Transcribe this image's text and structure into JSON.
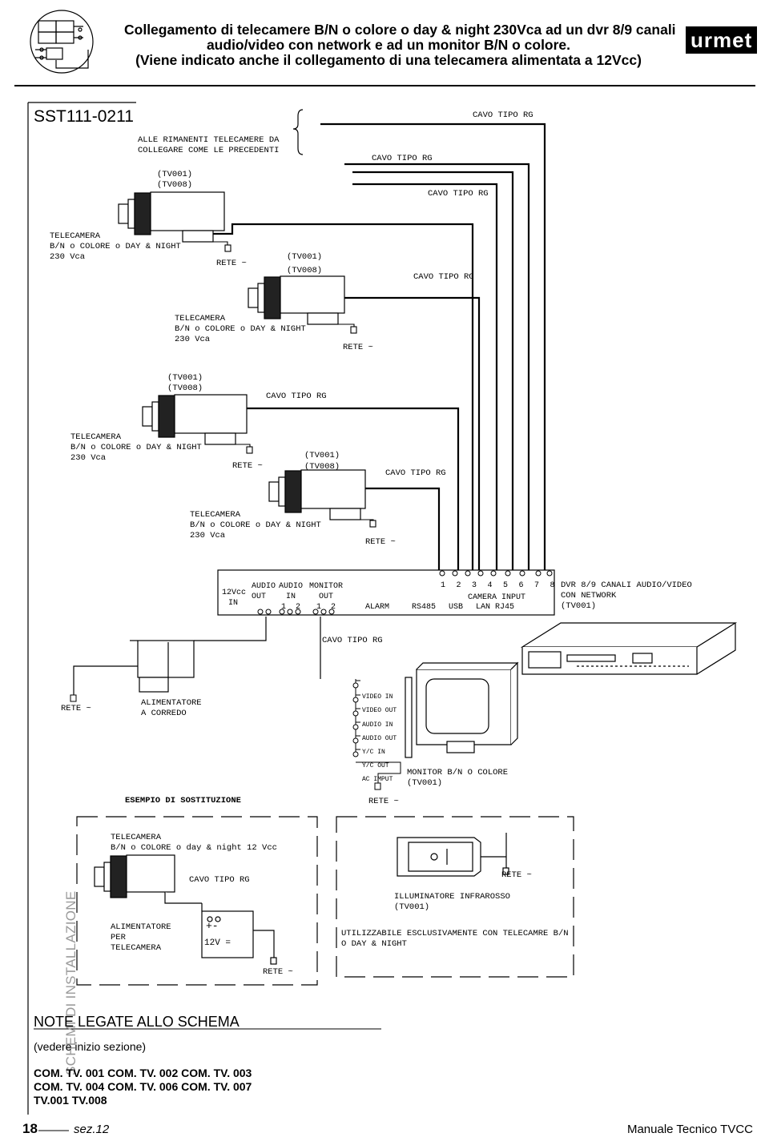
{
  "header": {
    "title_lines": [
      "Collegamento di telecamere B/N o colore o day & night 230Vca ad un dvr 8/9 canali",
      "audio/video con network e ad un monitor B/N o colore.",
      "(Viene indicato anche il collegamento di una telecamera alimentata a 12Vcc)"
    ],
    "brand": "urmet"
  },
  "diagram": {
    "code": "SST111-0211",
    "remaining_note": [
      "ALLE RIMANENTI TELECAMERE DA",
      "COLLEGARE COME LE PRECEDENTI"
    ],
    "camera_models": [
      "(TV001)",
      "(TV008)"
    ],
    "camera_label": [
      "TELECAMERA",
      "B/N o COLORE o DAY & NIGHT",
      "230 Vca"
    ],
    "mains": "RETE ~",
    "cable": "CAVO TIPO RG",
    "dvr": {
      "power_label": [
        "12Vcc",
        "IN"
      ],
      "audio_out": [
        "AUDIO",
        "OUT"
      ],
      "audio_in": [
        "AUDIO",
        "IN",
        "1  2"
      ],
      "monitor_out": [
        "MONITOR",
        "OUT",
        "1  2"
      ],
      "alarm": "ALARM",
      "rs485": "RS485",
      "usb": "USB",
      "channels": "1  2  3  4  5  6  7  8",
      "camera_input": "CAMERA INPUT",
      "lan": "LAN RJ45",
      "description": [
        "DVR 8/9 CANALI AUDIO/VIDEO",
        "CON NETWORK",
        "(TV001)"
      ]
    },
    "psu": [
      "ALIMENTATORE",
      "A CORREDO"
    ],
    "monitor_ports": [
      "VIDEO IN",
      "VIDEO OUT",
      "AUDIO IN",
      "AUDIO OUT",
      "Y/C IN",
      "Y/C OUT",
      "AC IMPUT"
    ],
    "monitor_label": [
      "MONITOR B/N O COLORE",
      "(TV001)"
    ],
    "example_title": "ESEMPIO DI SOSTITUZIONE",
    "example_camera": [
      "TELECAMERA",
      "B/N o COLORE o day & night 12 Vcc"
    ],
    "example_psu": [
      "ALIMENTATORE",
      "PER",
      "TELECAMERA"
    ],
    "polarity": "+-",
    "voltage": "12V =",
    "illuminator": [
      "ILLUMINATORE INFRAROSSO",
      "(TV001)"
    ],
    "illuminator_note": [
      "UTILIZZABILE ESCLUSIVAMENTE CON TELECAMRE B/N",
      "O DAY & NIGHT"
    ]
  },
  "notes": {
    "heading": "NOTE LEGATE ALLO SCHEMA",
    "sub": "(vedere inizio sezione)",
    "rows": [
      "COM. TV. 001   COM. TV. 002   COM. TV. 003",
      "COM. TV. 004   COM. TV. 006   COM. TV. 007",
      "TV.001 TV.008"
    ]
  },
  "side_tab": "SCHEMI DI INSTALLAZIONE",
  "footer": {
    "page": "18",
    "section": "sez.12",
    "manual": "Manuale Tecnico TVCC"
  },
  "colors": {
    "side_tab": "#9a9a9a",
    "ink": "#000000"
  }
}
